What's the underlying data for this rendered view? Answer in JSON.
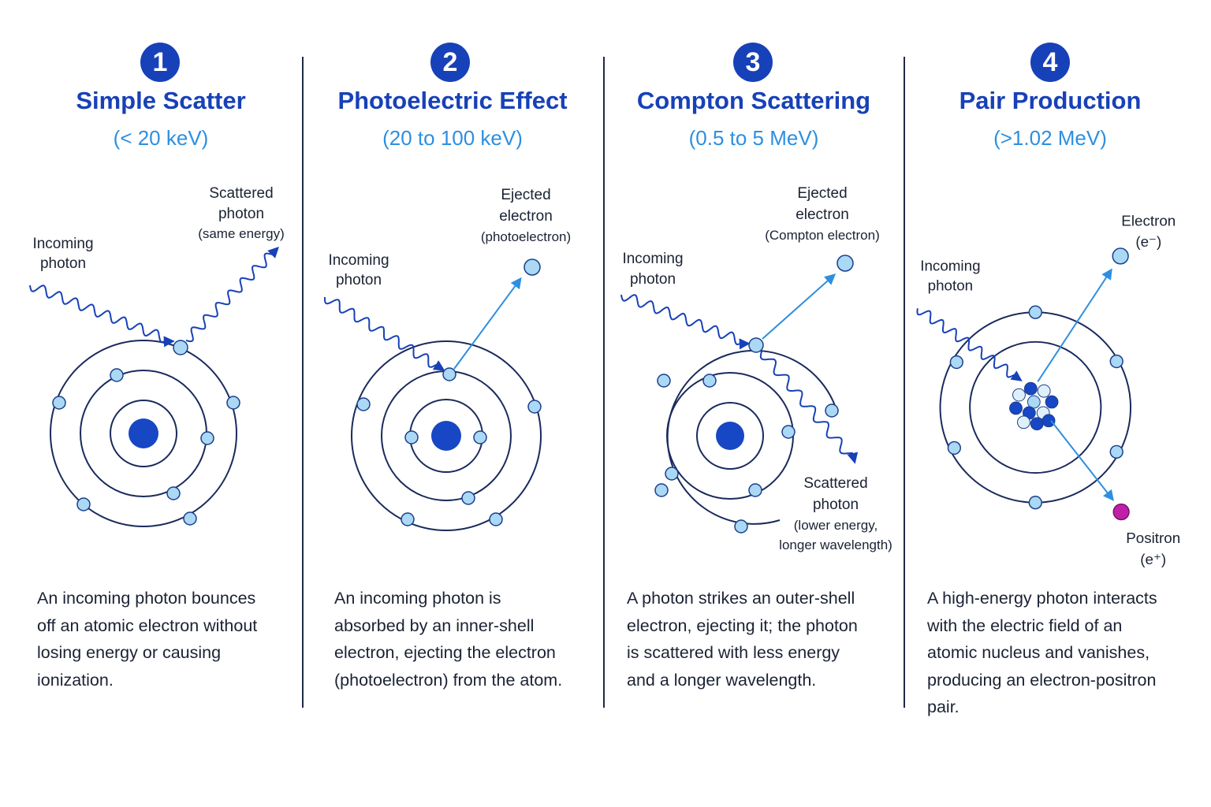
{
  "colors": {
    "title": "#1741b8",
    "range": "#2d8fe0",
    "orbit": "#1a2a5c",
    "electron_fill": "#aad8f5",
    "electron_stroke": "#1a3f8a",
    "nucleus": "#1747c4",
    "photon_wave": "#1741b8",
    "arrow": "#2d8fe0",
    "positron": "#c21fa9",
    "divider": "#1f2a44"
  },
  "panels": [
    {
      "number": "1",
      "title": "Simple Scatter",
      "range": "(< 20 keV)",
      "labels": {
        "incoming": [
          "Incoming",
          "photon"
        ],
        "scattered": [
          "Scattered",
          "photon",
          "(same energy)"
        ]
      },
      "description": [
        "An incoming  photon bounces",
        "off an atomic electron without",
        "losing energy or causing",
        "ionization."
      ]
    },
    {
      "number": "2",
      "title": "Photoelectric Effect",
      "range": "(20 to 100 keV)",
      "labels": {
        "incoming": [
          "Incoming",
          "photon"
        ],
        "ejected": [
          "Ejected",
          "electron",
          "(photoelectron)"
        ]
      },
      "description": [
        "An incoming photon is",
        "absorbed by an inner-shell",
        "electron, ejecting the electron",
        "(photoelectron) from the atom."
      ]
    },
    {
      "number": "3",
      "title": "Compton Scattering",
      "range": "(0.5 to 5 MeV)",
      "labels": {
        "incoming": [
          "Incoming",
          "photon"
        ],
        "ejected": [
          "Ejected",
          "electron",
          "(Compton electron)"
        ],
        "scattered": [
          "Scattered",
          "photon",
          "(lower energy,",
          "longer wavelength)"
        ]
      },
      "description": [
        "A photon strikes an outer-shell",
        "electron, ejecting it; the photon",
        "is scattered with less energy",
        "and a longer wavelength."
      ]
    },
    {
      "number": "4",
      "title": "Pair Production",
      "range": "(>1.02 MeV)",
      "labels": {
        "incoming": [
          "Incoming",
          "photon"
        ],
        "electron": [
          "Electron",
          "(e⁻)"
        ],
        "positron": [
          "Positron",
          "(e⁺)"
        ]
      },
      "description": [
        "A high-energy photon interacts",
        "with the electric field of an",
        "atomic nucleus and vanishes,",
        "producing an electron-positron",
        "pair."
      ]
    }
  ]
}
